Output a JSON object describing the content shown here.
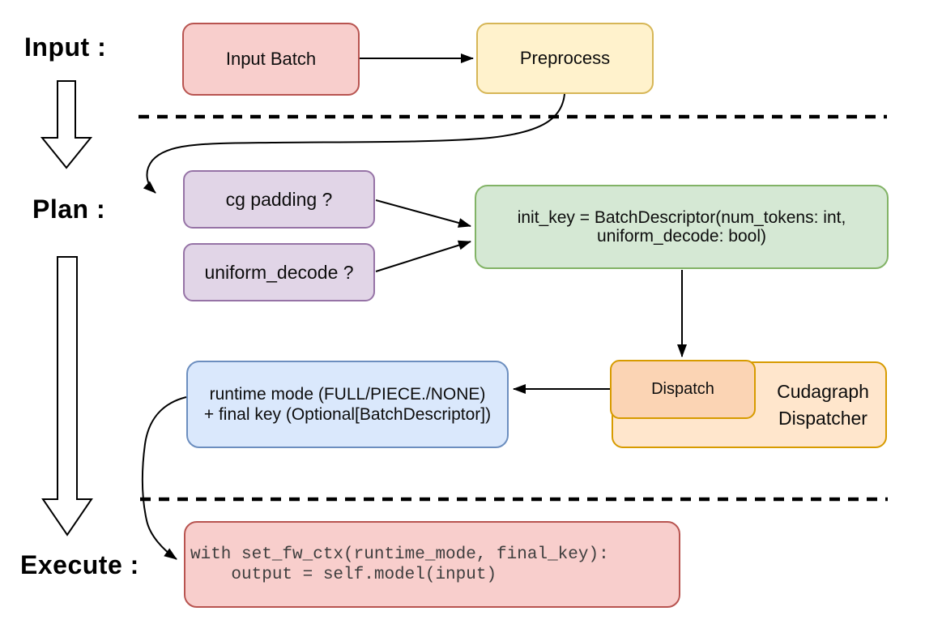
{
  "stage_labels": {
    "input": "Input :",
    "plan": "Plan :",
    "execute": "Execute :"
  },
  "nodes": {
    "input_batch": "Input Batch",
    "preprocess": "Preprocess",
    "cg_padding": "cg padding ?",
    "uniform_decode": "uniform_decode ?",
    "init_key_line1": "init_key = BatchDescriptor(num_tokens: int,",
    "init_key_line2": "uniform_decode: bool)",
    "dispatch": "Dispatch",
    "dispatcher_line1": "Cudagraph",
    "dispatcher_line2": "Dispatcher",
    "runtime_line1": "runtime mode (FULL/PIECE./NONE)",
    "runtime_line2": "+ final key (Optional[BatchDescriptor])",
    "code_line1": "with set_fw_ctx(runtime_mode, final_key):",
    "code_line2": "    output = self.model(input)"
  },
  "colors": {
    "background": "#ffffff",
    "pink_fill": "#f8cecc",
    "pink_stroke": "#b85450",
    "yellow_fill": "#fff2cc",
    "yellow_stroke": "#d6b656",
    "purple_fill": "#e1d5e7",
    "purple_stroke": "#9673a6",
    "green_fill": "#d5e8d4",
    "green_stroke": "#82b366",
    "blue_fill": "#dae8fc",
    "blue_stroke": "#6c8ebf",
    "orange_light_fill": "#ffe6cc",
    "orange_mid_fill": "#fbd4b4",
    "orange_stroke": "#d79b00",
    "line_color": "#000000",
    "code_text": "#3e3e3e"
  }
}
